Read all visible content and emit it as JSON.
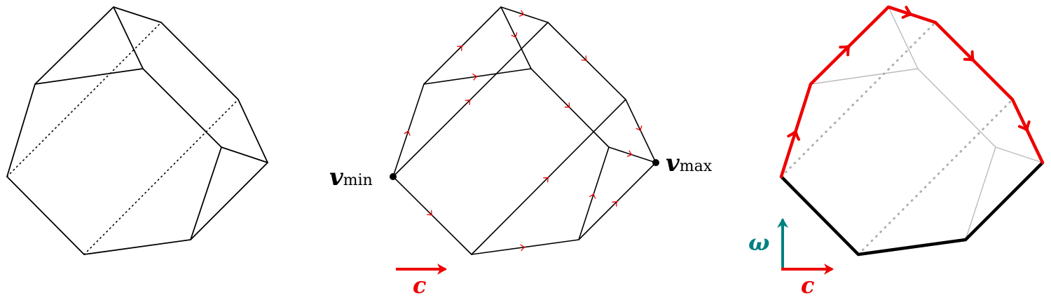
{
  "labels": {
    "v_min": "v",
    "v_min_sub": "min",
    "v_max": "v",
    "v_max_sub": "max",
    "c_middle": "c",
    "c_right": "c",
    "omega": "ω"
  },
  "colors": {
    "edge": "#000000",
    "red": "#ee0000",
    "teal": "#008080",
    "hidden_gray": "#b0b0b0",
    "faint_gray": "#bbbbbb"
  },
  "icons": {
    "c_arrow": "right-arrow",
    "omega_arrow": "up-arrow",
    "edge_direction": "arrowhead-chevron"
  }
}
